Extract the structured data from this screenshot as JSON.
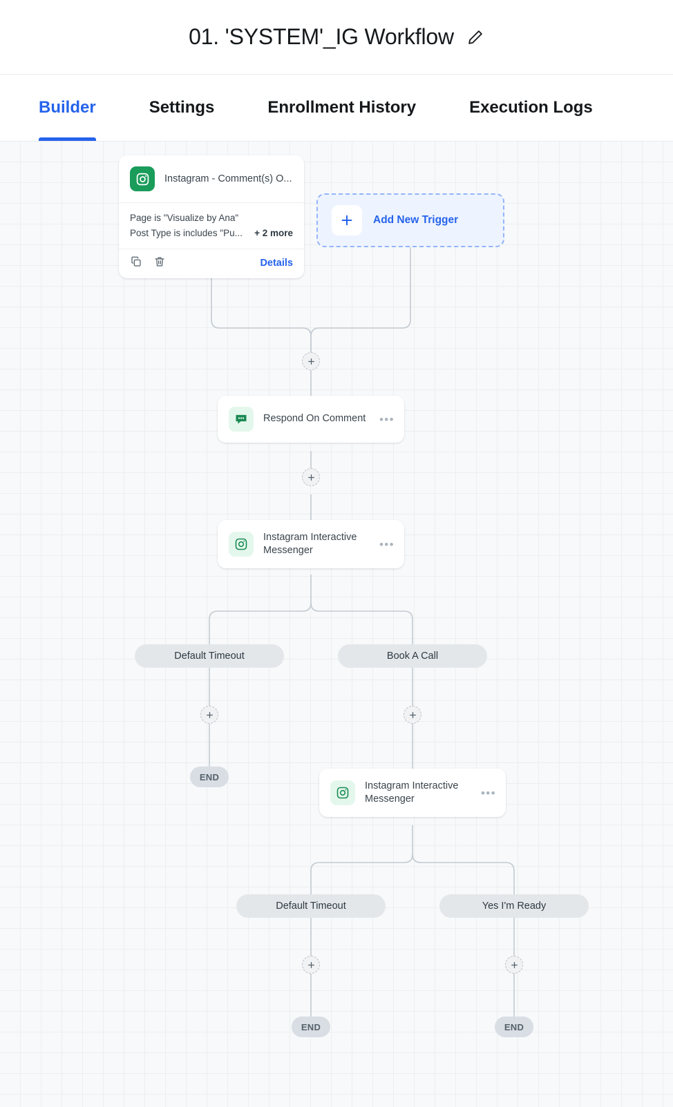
{
  "header": {
    "title": "01. 'SYSTEM'_IG Workflow",
    "edit_icon": "pencil-icon"
  },
  "tabs": [
    {
      "label": "Builder",
      "active": true
    },
    {
      "label": "Settings",
      "active": false
    },
    {
      "label": "Enrollment History",
      "active": false
    },
    {
      "label": "Execution Logs",
      "active": false
    }
  ],
  "colors": {
    "accent": "#2563eb",
    "canvas_bg": "#f7f9fa",
    "grid_line": "#eceff1",
    "edge": "#c3cad1",
    "icon_green": "#1a9c5b",
    "icon_tile_bg": "#e4f7ec",
    "pill_bg": "#e4e7ea",
    "end_bg": "#d9dee4"
  },
  "canvas": {
    "trigger": {
      "icon": "instagram-icon",
      "title": "Instagram - Comment(s) O...",
      "conditions": [
        {
          "text": "Page is \"Visualize by Ana\"",
          "more": ""
        },
        {
          "text": "Post Type is includes \"Pu...",
          "more": "+ 2 more"
        }
      ],
      "copy_icon": "copy-icon",
      "delete_icon": "trash-icon",
      "details_label": "Details"
    },
    "add_trigger": {
      "plus_icon": "plus-icon",
      "label": "Add New Trigger"
    },
    "nodes": [
      {
        "icon": "comment-bubble-icon",
        "label": "Respond On Comment",
        "menu_icon": "more-horizontal-icon"
      },
      {
        "icon": "instagram-icon",
        "label": "Instagram Interactive Messenger",
        "menu_icon": "more-horizontal-icon"
      },
      {
        "icon": "instagram-icon",
        "label": "Instagram Interactive Messenger",
        "menu_icon": "more-horizontal-icon"
      }
    ],
    "branches_top": [
      {
        "label": "Default Timeout"
      },
      {
        "label": "Book A Call"
      }
    ],
    "branches_bottom": [
      {
        "label": "Default Timeout"
      },
      {
        "label": "Yes I'm Ready"
      }
    ],
    "end_label": "END",
    "end_count": 3,
    "add_step_icon": "plus-icon",
    "add_step_count": 6
  }
}
